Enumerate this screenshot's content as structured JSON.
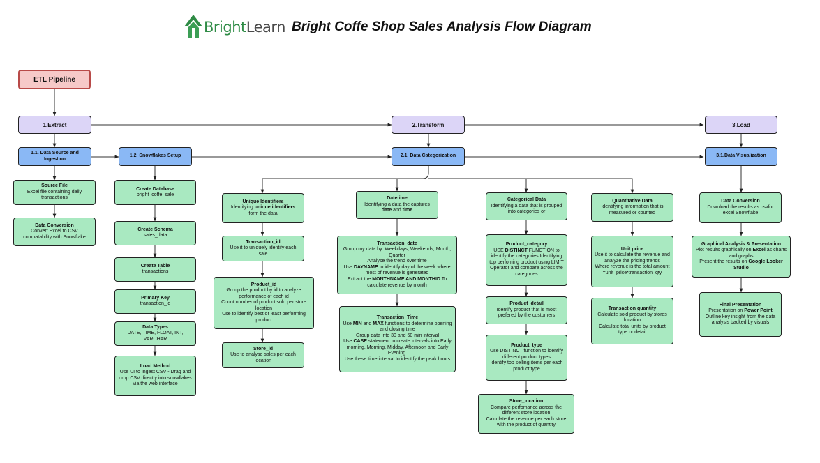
{
  "brand": {
    "bright": "Bright",
    "learn": "Learn"
  },
  "title": "Bright Coffe Shop Sales Analysis Flow Diagram",
  "colors": {
    "etl_fill": "#f6c9c8",
    "phase_fill": "#dcd5f7",
    "sub_fill": "#8ab8f5",
    "item_fill": "#a9e9c1",
    "logo_green": "#2e8b45"
  },
  "etl": "ETL Pipeline",
  "phases": {
    "extract": "1.Extract",
    "transform": "2.Transform",
    "load": "3.Load"
  },
  "subs": {
    "source": "1.1. Data Source and Ingestion",
    "snowflake": "1.2. Snowflakes Setup",
    "categorization": "2.1. Data Categorization",
    "visualization": "3.1.Data Visualization"
  },
  "source_col": {
    "source_file": {
      "title": "Source File",
      "desc": "Excel file containing daily transactions"
    },
    "data_conversion": {
      "title": "Data Conversion",
      "desc": "Convert Excel to CSV compatability with Snowflake"
    }
  },
  "snowflake_col": {
    "create_database": {
      "title": "Create Database",
      "desc": "bright_coffe_sale"
    },
    "create_schema": {
      "title": "Create Schema",
      "desc": "sales_data"
    },
    "create_table": {
      "title": "Create Table",
      "desc": "transactions"
    },
    "primary_key": {
      "title": "Primary Key",
      "desc": "transaction_id"
    },
    "data_types": {
      "title": "Data Types",
      "desc": "DATE, TIME, FLOAT, INT,\nVARCHAR"
    },
    "load_method": {
      "title": "Load Method",
      "desc": "Use UI to Ingest CSV - Drag and drop CSV directly into snowflakes via the web interface"
    }
  },
  "identifiers_col": {
    "unique_identifiers": {
      "title": "Unique Identifiers",
      "desc_a": "Identifying ",
      "desc_b": "unique identifiers",
      "desc_c": " form the data"
    },
    "transaction_id": {
      "title": "Transaction_id",
      "desc": "Use it to uniquely identify each sale"
    },
    "product_id": {
      "title": "Product_id",
      "desc": "Group the product by id to analyze performance of each id\nCount number of product sold per store location\nUse to identify best or least performing product"
    },
    "store_id": {
      "title": "Store_id",
      "desc": "Use to analyse sales per each location"
    }
  },
  "datetime_col": {
    "datetime": {
      "title": "Datetime",
      "desc_a": "Identifying a data the captures ",
      "desc_b": "date",
      "desc_c": " and ",
      "desc_d": "time"
    },
    "transaction_date": {
      "title": "Transaction_date",
      "l1": "Group my data by: Weekdays, Weekends, Month, Quarter",
      "l2": "Analyse the trend over time",
      "l3a": "Use ",
      "l3b": "DAYNAME",
      "l3c": " to identify day of the week where most of revenue is generated",
      "l4a": "Extract the ",
      "l4b": "MONTHNAME AND MONTHID",
      "l4c": " To calculate revenue by month"
    },
    "transaction_time": {
      "title": "Transaction_Time",
      "l1a": "Use ",
      "l1b": "MIN",
      "l1c": " and ",
      "l1d": "MAX",
      "l1e": " functions to determine opening and closing time",
      "l2": "Group data into 30 and 60 min interval",
      "l3a": "Use ",
      "l3b": "CASE",
      "l3c": " statement to create intervals into Early morning, Morning, Midday, Afternoon and Early Evening.",
      "l4": "Use these time interval to identify the peak hours"
    }
  },
  "categorical_col": {
    "categorical_data": {
      "title": "Categorical Data",
      "desc": "Identifying a data that is grouped into categories or"
    },
    "product_category": {
      "title": "Product_category",
      "desc_a": "USE ",
      "desc_b": "DISTINCT",
      "desc_c": " FUNCTION to identify the categories Identifying top perfoming product using LIMIT Operator and compare across the categories"
    },
    "product_detail": {
      "title": "Product_detail",
      "desc": "Identify product that is most prefered by the customers"
    },
    "product_type": {
      "title": "Product_type",
      "desc": "Use DISTINCT function to identify different product types\nIdentify top selling items per each product type"
    },
    "store_location": {
      "title": "Store_location",
      "desc": "Compare perfomance across the different store location\nCalculate the revenue per each store with the product of quantity"
    }
  },
  "quantitative_col": {
    "quantitative_data": {
      "title": "Quantitative Data",
      "desc": "Identifying information that is measured or counted"
    },
    "unit_price": {
      "title": "Unit price",
      "desc": "Use it to calculate the revenue and analyze the pricing trends\nWhere revenue is the total amount\n=unit_price*transaction_qty"
    },
    "transaction_quantity": {
      "title": "Transaction quantity",
      "desc": "Calculate sold product by stores location\nCalculate total units by product type or detail"
    }
  },
  "visualization_col": {
    "data_conversion": {
      "title": "Data Conversion",
      "desc": "Download the results as.csvfor excel Snowflake"
    },
    "graphical_analysis": {
      "title": "Graphical Analysis & Presentation",
      "l1a": "Plot results graphically on ",
      "l1b": "Excel",
      "l1c": " as charts and graphs",
      "l2a": "Present the results on ",
      "l2b": "Google Looker Studio"
    },
    "final_presentation": {
      "title": "Final Presentation",
      "l1a": "Presentation on ",
      "l1b": "Power Point",
      "l2": "Outline key insight from the data analysis backed by visuals"
    }
  }
}
